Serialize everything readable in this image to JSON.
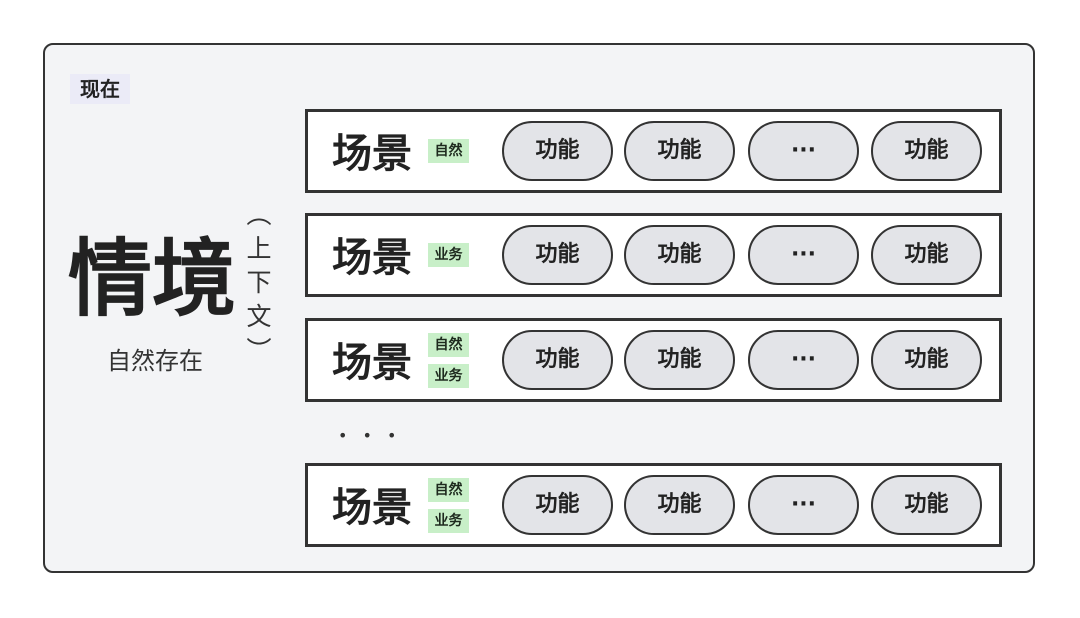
{
  "time_tag": "现在",
  "context": {
    "title": "情境",
    "note": "（上下文）",
    "subtitle": "自然存在"
  },
  "rows": [
    {
      "scene": "场景",
      "tags": [
        "自然"
      ],
      "functions": [
        "功能",
        "功能",
        "···",
        "功能"
      ]
    },
    {
      "scene": "场景",
      "tags": [
        "业务"
      ],
      "functions": [
        "功能",
        "功能",
        "···",
        "功能"
      ]
    },
    {
      "scene": "场景",
      "tags": [
        "自然",
        "业务"
      ],
      "functions": [
        "功能",
        "功能",
        "···",
        "功能"
      ]
    },
    {
      "scene": "场景",
      "tags": [
        "自然",
        "业务"
      ],
      "functions": [
        "功能",
        "功能",
        "···",
        "功能"
      ]
    }
  ],
  "more_rows": "• • •",
  "colors": {
    "frame_bg": "#f3f4f6",
    "border": "#333333",
    "time_tag_bg": "#ebebf7",
    "tag_green": "#c8efc8",
    "pill_bg": "#e3e4e8",
    "row_bg": "#ffffff"
  }
}
